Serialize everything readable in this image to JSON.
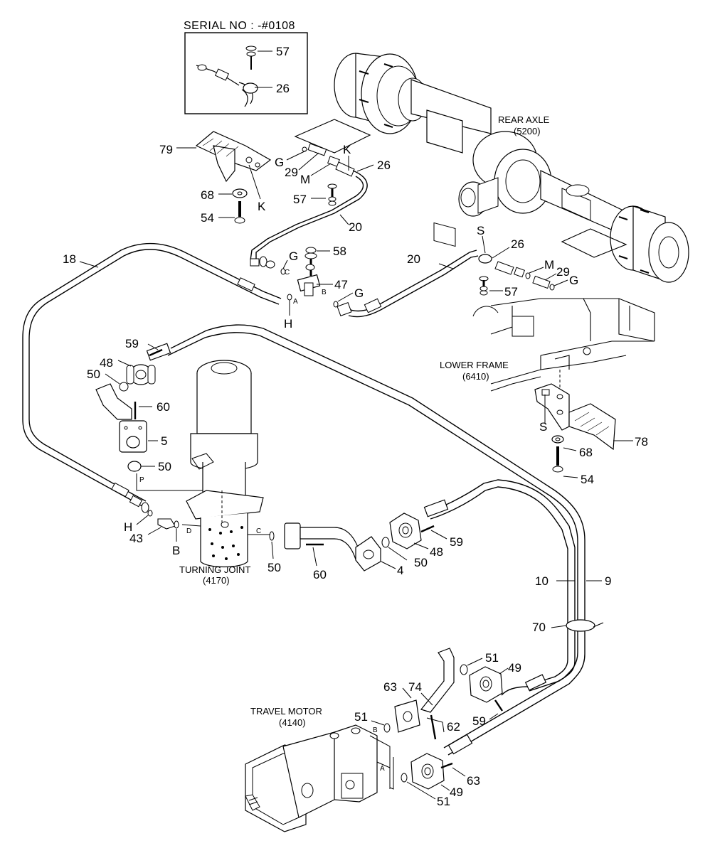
{
  "inset": {
    "serial_label": "SERIAL NO : -#0108",
    "callouts": [
      "57",
      "26"
    ]
  },
  "assemblies": {
    "rear_axle": {
      "name": "REAR AXLE",
      "code": "(5200)"
    },
    "lower_frame": {
      "name": "LOWER FRAME",
      "code": "(6410)"
    },
    "turning_joint": {
      "name": "TURNING JOINT",
      "code": "(4170)"
    },
    "travel_motor": {
      "name": "TRAVEL MOTOR",
      "code": "(4140)"
    }
  },
  "callouts": {
    "c79": "79",
    "c68a": "68",
    "c54a": "54",
    "cKa": "K",
    "cKb": "K",
    "cG1": "G",
    "c29a": "29",
    "cM1": "M",
    "c26a": "26",
    "c57a": "57",
    "c20a": "20",
    "c18": "18",
    "c58": "58",
    "cG2": "G",
    "c47": "47",
    "cG3": "G",
    "cH1": "H",
    "c20b": "20",
    "cS1": "S",
    "c26b": "26",
    "cM2": "M",
    "c29b": "29",
    "cG4": "G",
    "c57b": "57",
    "c59a": "59",
    "c48a": "48",
    "c50a": "50",
    "c60a": "60",
    "c5": "5",
    "c50b": "50",
    "cS2": "S",
    "c68b": "68",
    "c78": "78",
    "c54b": "54",
    "cH2": "H",
    "c43": "43",
    "cB1": "B",
    "c50c": "50",
    "c60b": "60",
    "c4": "4",
    "c50d": "50",
    "c48b": "48",
    "c59b": "59",
    "c10": "10",
    "c9": "9",
    "c70": "70",
    "c51a": "51",
    "c49a": "49",
    "c63a": "63",
    "c74": "74",
    "c51b": "51",
    "c62": "62",
    "c59c": "59",
    "c63b": "63",
    "c51c": "51",
    "c49b": "49"
  },
  "port_letters": {
    "pC1": "C",
    "pA1": "A",
    "pB1": "B",
    "pP": "P",
    "pD": "D",
    "pC2": "C",
    "pB2": "B",
    "pA2": "A"
  }
}
